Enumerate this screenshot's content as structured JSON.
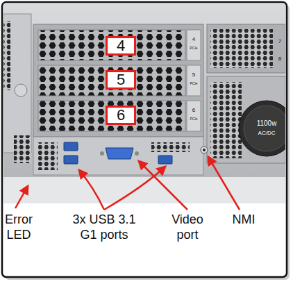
{
  "diagram": {
    "nodes": [
      {
        "text": [
          "4"
        ]
      },
      {
        "text": [
          "5"
        ]
      },
      {
        "text": [
          "6"
        ]
      }
    ],
    "labels": [
      "Error LED",
      "3x USB 3.1 G1 ports",
      "Video port",
      "NMI",
      "4",
      "PCIe",
      "5",
      "PCIe",
      "6",
      "PCIe",
      "7",
      "8",
      "1100w",
      "AC/DC"
    ]
  }
}
